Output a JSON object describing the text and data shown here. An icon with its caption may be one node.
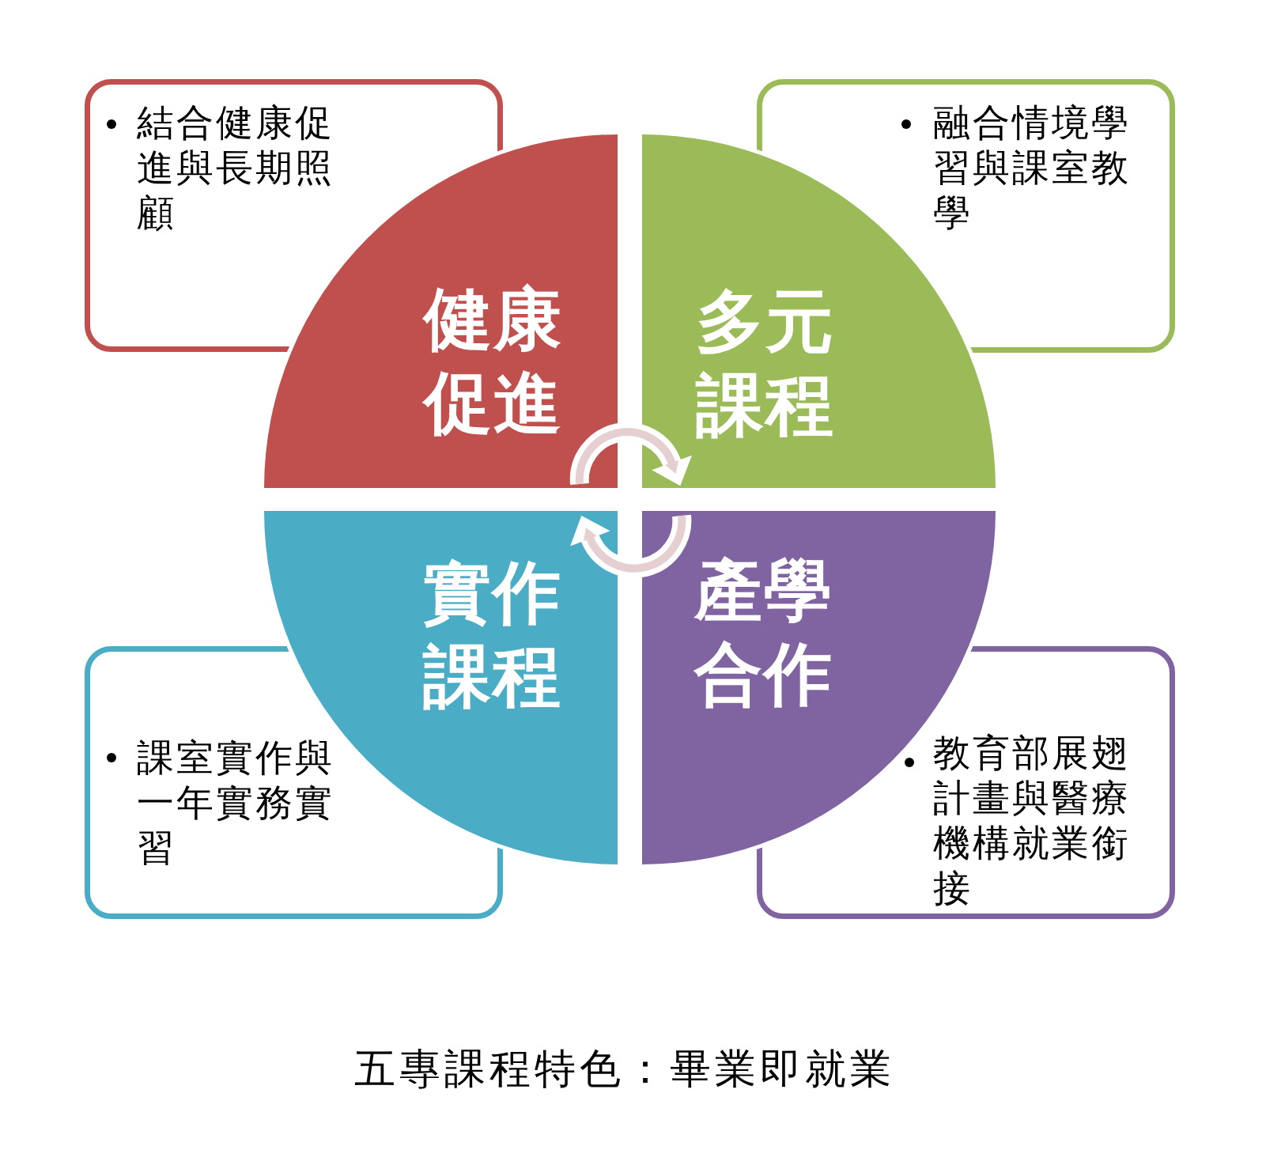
{
  "diagram": {
    "caption": "五專課程特色：畢業即就業",
    "nodes": [
      {
        "text": [
          "結合健康促進與長期照顧"
        ]
      },
      {
        "text": [
          "融合情境學習與課室教學"
        ]
      },
      {
        "text": [
          "健康促進"
        ]
      },
      {
        "text": [
          "多元課程"
        ]
      },
      {
        "text": [
          "實作課程"
        ]
      },
      {
        "text": [
          "產學合作"
        ]
      },
      {
        "text": [
          "課室實作與一年實務實習"
        ]
      },
      {
        "text": [
          "教育部展翅計畫與醫療機構就業銜接"
        ]
      }
    ],
    "edges": [
      {
        "from": 2,
        "to": 3,
        "arrow": "to"
      },
      {
        "from": 5,
        "to": 4,
        "arrow": "to"
      }
    ]
  }
}
